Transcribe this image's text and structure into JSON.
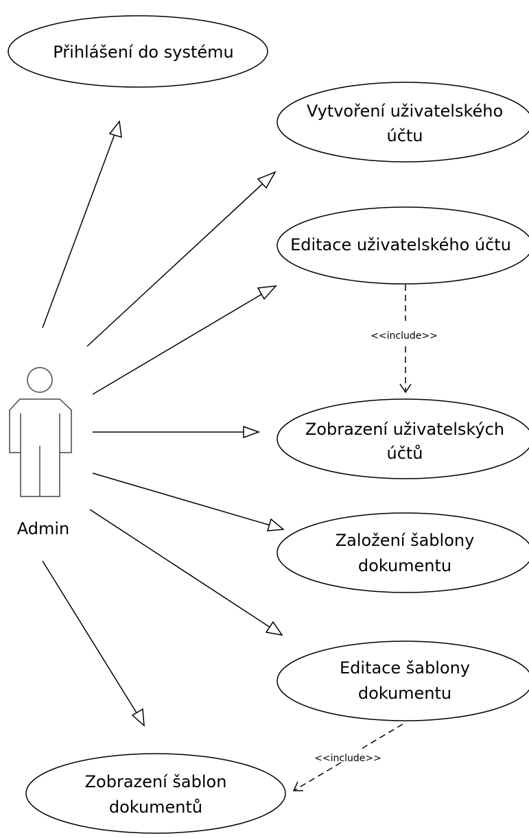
{
  "diagram": {
    "actor": {
      "name": "Admin"
    },
    "use_cases": {
      "login": {
        "line1": "Přihlášení do systému",
        "line2": ""
      },
      "create_account": {
        "line1": "Vytvoření uživatelského",
        "line2": "účtu"
      },
      "edit_account": {
        "line1": "Editace uživatelského účtu",
        "line2": ""
      },
      "view_accounts": {
        "line1": "Zobrazení uživatelských",
        "line2": "účtů"
      },
      "create_template": {
        "line1": "Založení šablony",
        "line2": "dokumentu"
      },
      "edit_template": {
        "line1": "Editace šablony",
        "line2": "dokumentu"
      },
      "view_templates": {
        "line1": "Zobrazení šablon",
        "line2": "dokumentů"
      }
    },
    "relationships": {
      "include_label_1": "<<include>>",
      "include_label_2": "<<include>>"
    },
    "colors": {
      "stroke": "#000000",
      "actor_stroke": "#444444",
      "background": "#ffffff"
    }
  }
}
